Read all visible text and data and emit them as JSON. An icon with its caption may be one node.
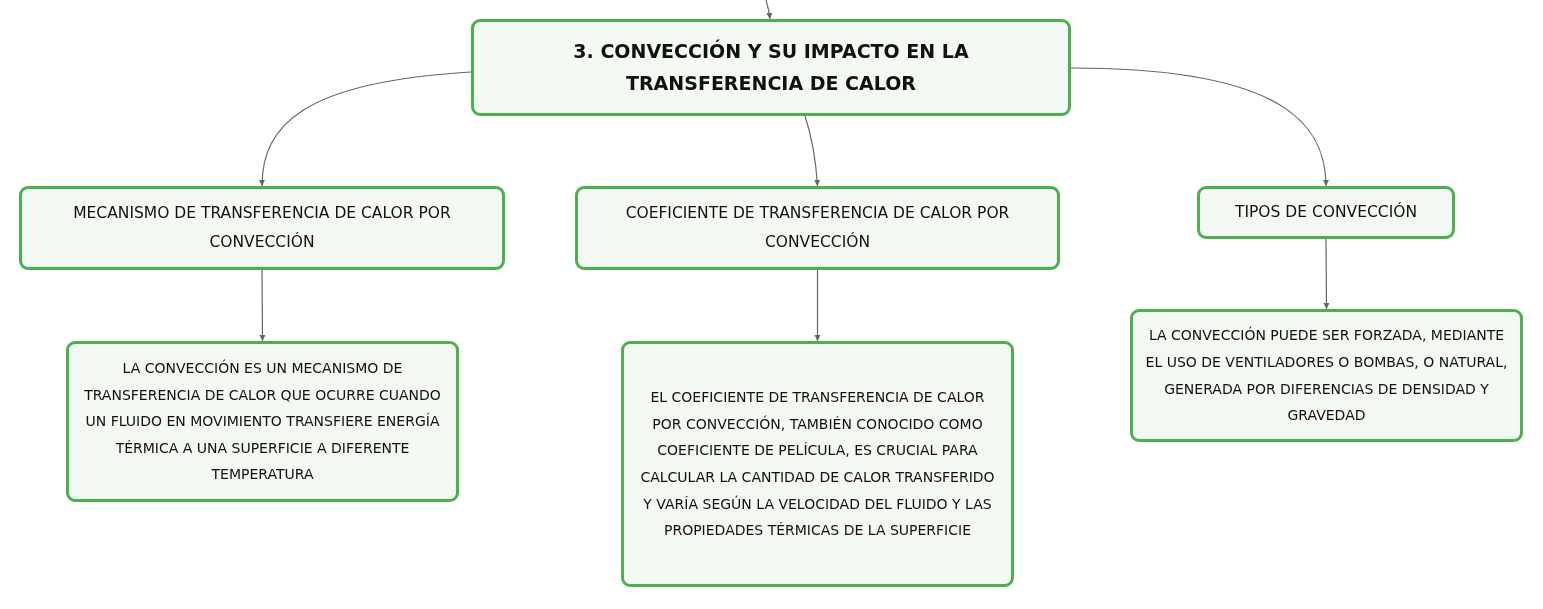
{
  "diagram": {
    "nodes": [
      {
        "text": [
          "3. CONVECCIÓN Y SU IMPACTO EN LA TRANSFERENCIA DE CALOR"
        ]
      },
      {
        "text": [
          "MECANISMO DE TRANSFERENCIA DE CALOR POR CONVECCIÓN"
        ]
      },
      {
        "text": [
          "COEFICIENTE DE TRANSFERENCIA DE CALOR POR CONVECCIÓN"
        ]
      },
      {
        "text": [
          "TIPOS DE CONVECCIÓN"
        ]
      },
      {
        "text": [
          "LA CONVECCIÓN ES UN MECANISMO DE TRANSFERENCIA DE CALOR QUE OCURRE CUANDO UN FLUIDO EN MOVIMIENTO TRANSFIERE ENERGÍA TÉRMICA A UNA SUPERFICIE A DIFERENTE TEMPERATURA"
        ]
      },
      {
        "text": [
          "EL COEFICIENTE DE TRANSFERENCIA DE CALOR POR CONVECCIÓN, TAMBIÉN CONOCIDO COMO COEFICIENTE DE PELÍCULA, ES CRUCIAL PARA CALCULAR LA CANTIDAD DE CALOR TRANSFERIDO Y VARÍA SEGÚN LA VELOCIDAD DEL FLUIDO Y LAS PROPIEDADES TÉRMICAS DE LA SUPERFICIE"
        ]
      },
      {
        "text": [
          "LA CONVECCIÓN PUEDE SER FORZADA, MEDIANTE EL USO DE VENTILADORES O BOMBAS, O NATURAL, GENERADA POR DIFERENCIAS DE DENSIDAD Y GRAVEDAD"
        ]
      }
    ],
    "edges": [
      {
        "from": null,
        "to": 0,
        "arrow": "to"
      },
      {
        "from": 0,
        "to": 1,
        "arrow": "to"
      },
      {
        "from": 0,
        "to": 2,
        "arrow": "to"
      },
      {
        "from": 0,
        "to": 3,
        "arrow": "to"
      },
      {
        "from": 1,
        "to": 4,
        "arrow": "to"
      },
      {
        "from": 2,
        "to": 5,
        "arrow": "to"
      },
      {
        "from": 3,
        "to": 6,
        "arrow": "to"
      }
    ]
  }
}
